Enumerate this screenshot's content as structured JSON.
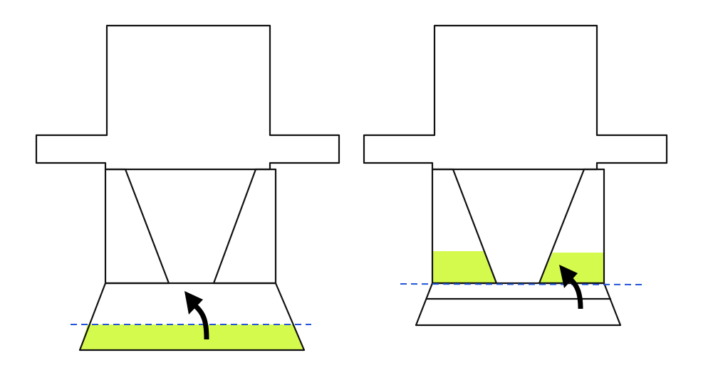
{
  "colors": {
    "liquid": "#d4fa4e",
    "outline": "#111111",
    "level_line": "#2255d8",
    "arrow": "#000000"
  },
  "panels": [
    {
      "id": "left",
      "liquid_location": "lower-chamber",
      "arrow_direction": "up-left"
    },
    {
      "id": "right",
      "liquid_location": "inner-wedges",
      "arrow_direction": "up-left"
    }
  ]
}
